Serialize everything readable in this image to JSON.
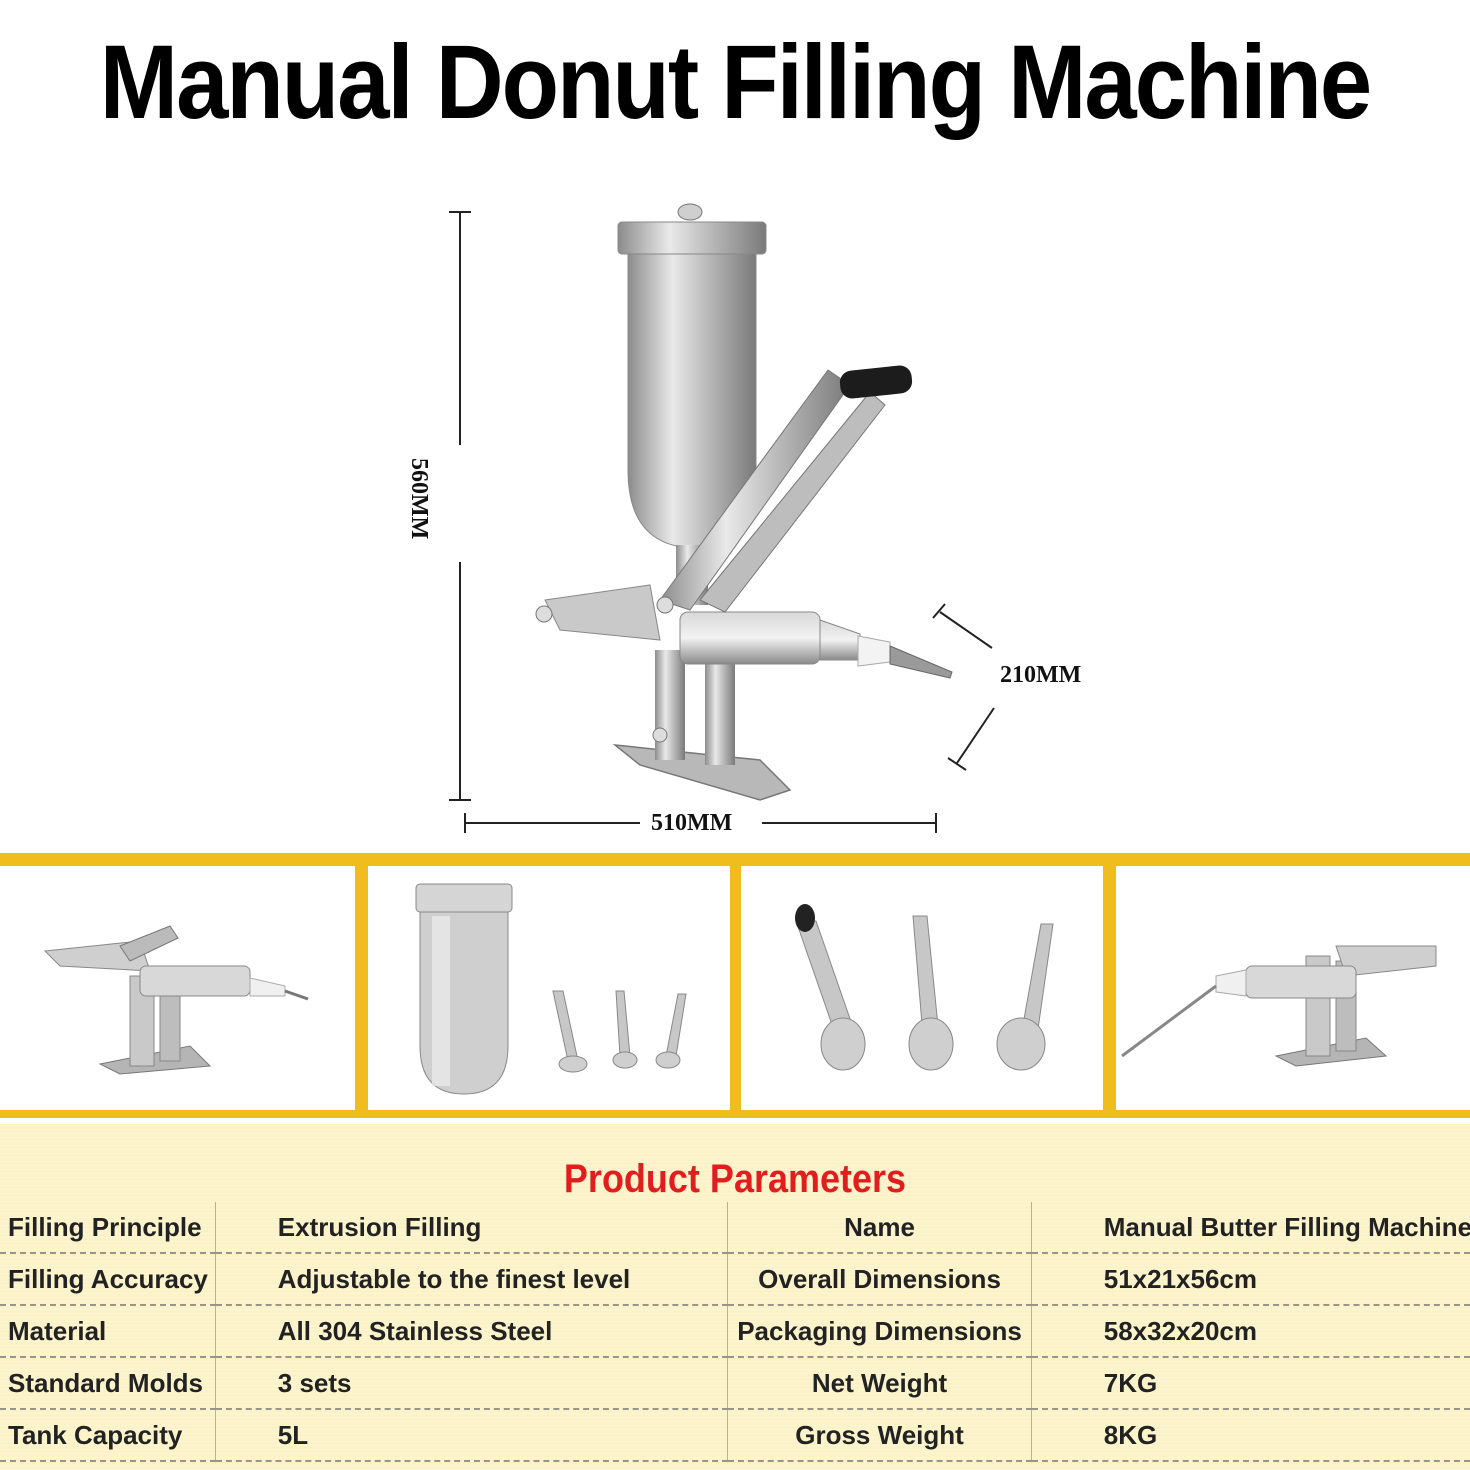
{
  "title": "Manual Donut Filling Machine",
  "dimensions": {
    "height": "560MM",
    "width": "510MM",
    "depth": "210MM"
  },
  "parameters": {
    "title": "Product Parameters",
    "rows": [
      {
        "label": "Filling Principle",
        "value": "Extrusion Filling",
        "name": "Name",
        "name_value": "Manual Butter Filling Machine"
      },
      {
        "label": "Filling Accuracy",
        "value": "Adjustable to the finest level",
        "name": "Overall Dimensions",
        "name_value": "51x21x56cm"
      },
      {
        "label": "Material",
        "value": "All 304 Stainless Steel",
        "name": "Packaging Dimensions",
        "name_value": "58x32x20cm"
      },
      {
        "label": "Standard Molds",
        "value": "3 sets",
        "name": "Net Weight",
        "name_value": "7KG"
      },
      {
        "label": "Tank Capacity",
        "value": "5L",
        "name": "Gross Weight",
        "name_value": "8KG"
      }
    ]
  },
  "colors": {
    "accent": "#f0bc1e",
    "title_red": "#e11d1d",
    "table_bg": "#fbf3c7"
  }
}
